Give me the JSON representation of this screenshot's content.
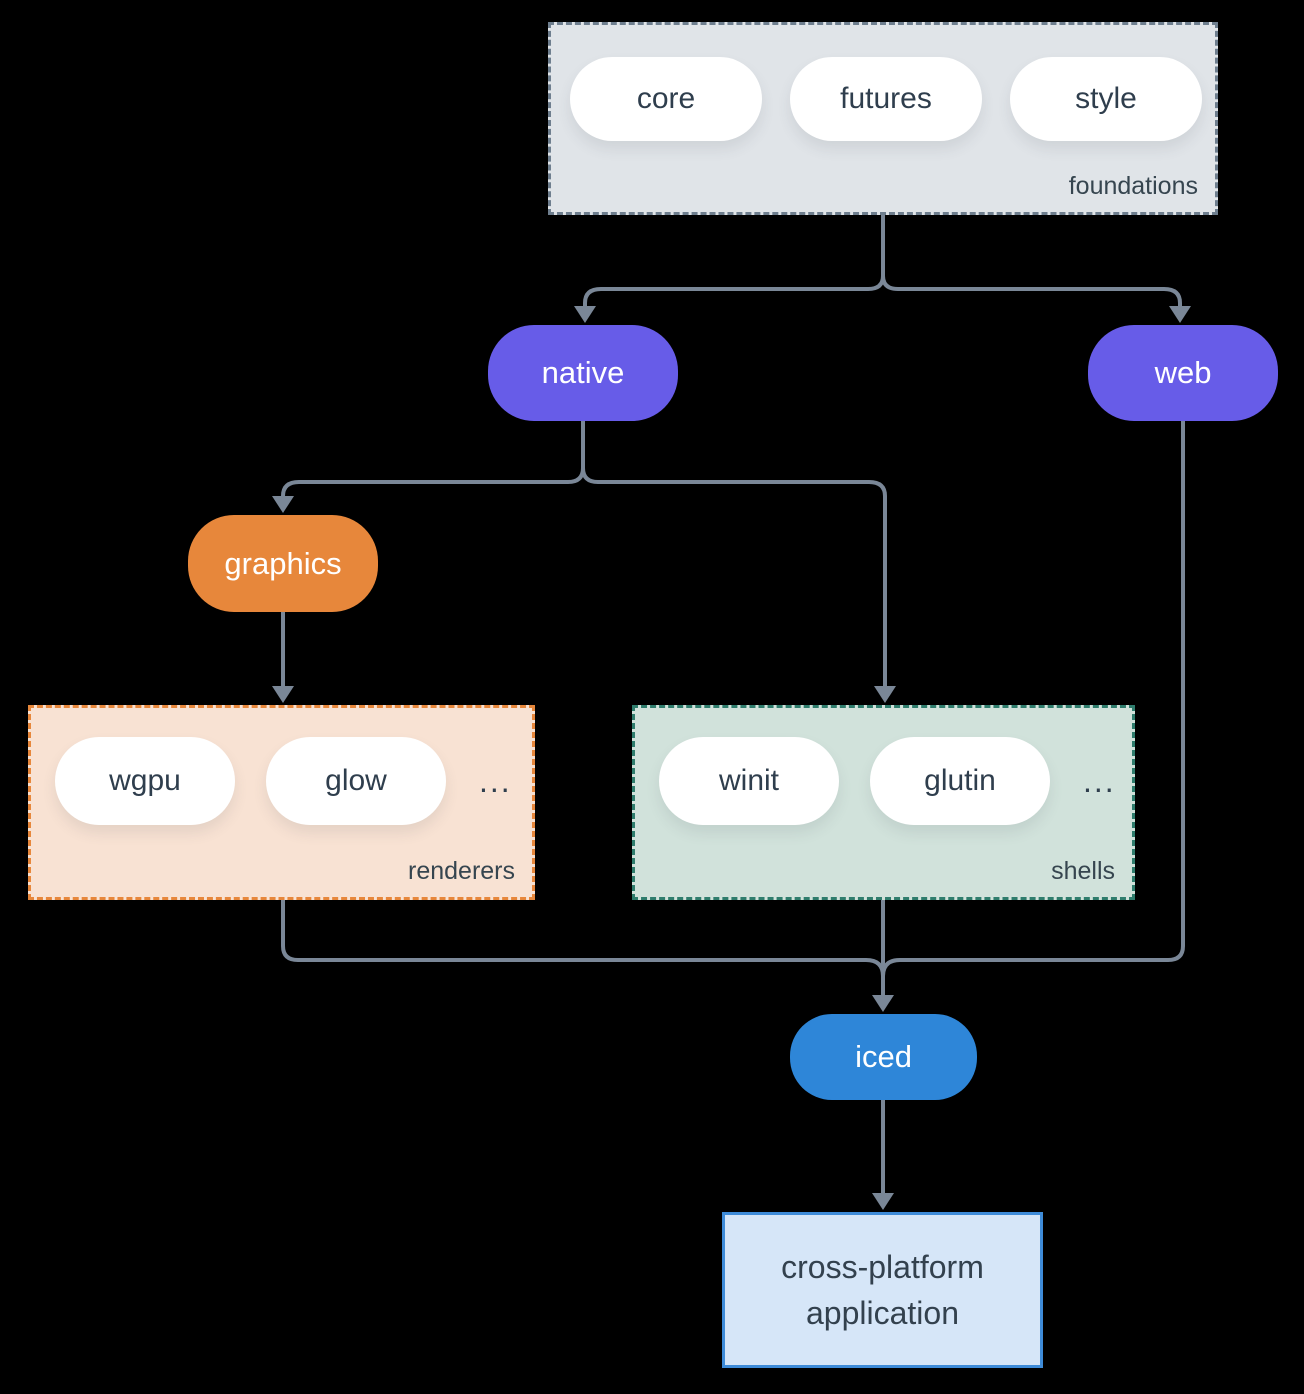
{
  "groups": {
    "foundations": {
      "label": "foundations",
      "pills": [
        "core",
        "futures",
        "style"
      ]
    },
    "renderers": {
      "label": "renderers",
      "pills": [
        "wgpu",
        "glow"
      ],
      "more": "..."
    },
    "shells": {
      "label": "shells",
      "pills": [
        "winit",
        "glutin"
      ],
      "more": "..."
    }
  },
  "nodes": {
    "native": "native",
    "web": "web",
    "graphics": "graphics",
    "iced": "iced",
    "application": "cross-platform application"
  },
  "colors": {
    "background": "#000000",
    "edge": "#7A8797",
    "purple_node": "#675CE8",
    "orange_node": "#E7873B",
    "blue_node": "#2E86D8",
    "foundations_fill": "#E0E4E8",
    "foundations_border": "#6E7E8E",
    "renderers_fill": "#F8E2D3",
    "renderers_border": "#E7873B",
    "shells_fill": "#D1E2DB",
    "shells_border": "#2F7D6D",
    "app_fill": "#D6E6F8",
    "app_border": "#3E8BD8",
    "pill_fill": "#FFFFFF",
    "dark_text": "#2F3E4D"
  }
}
